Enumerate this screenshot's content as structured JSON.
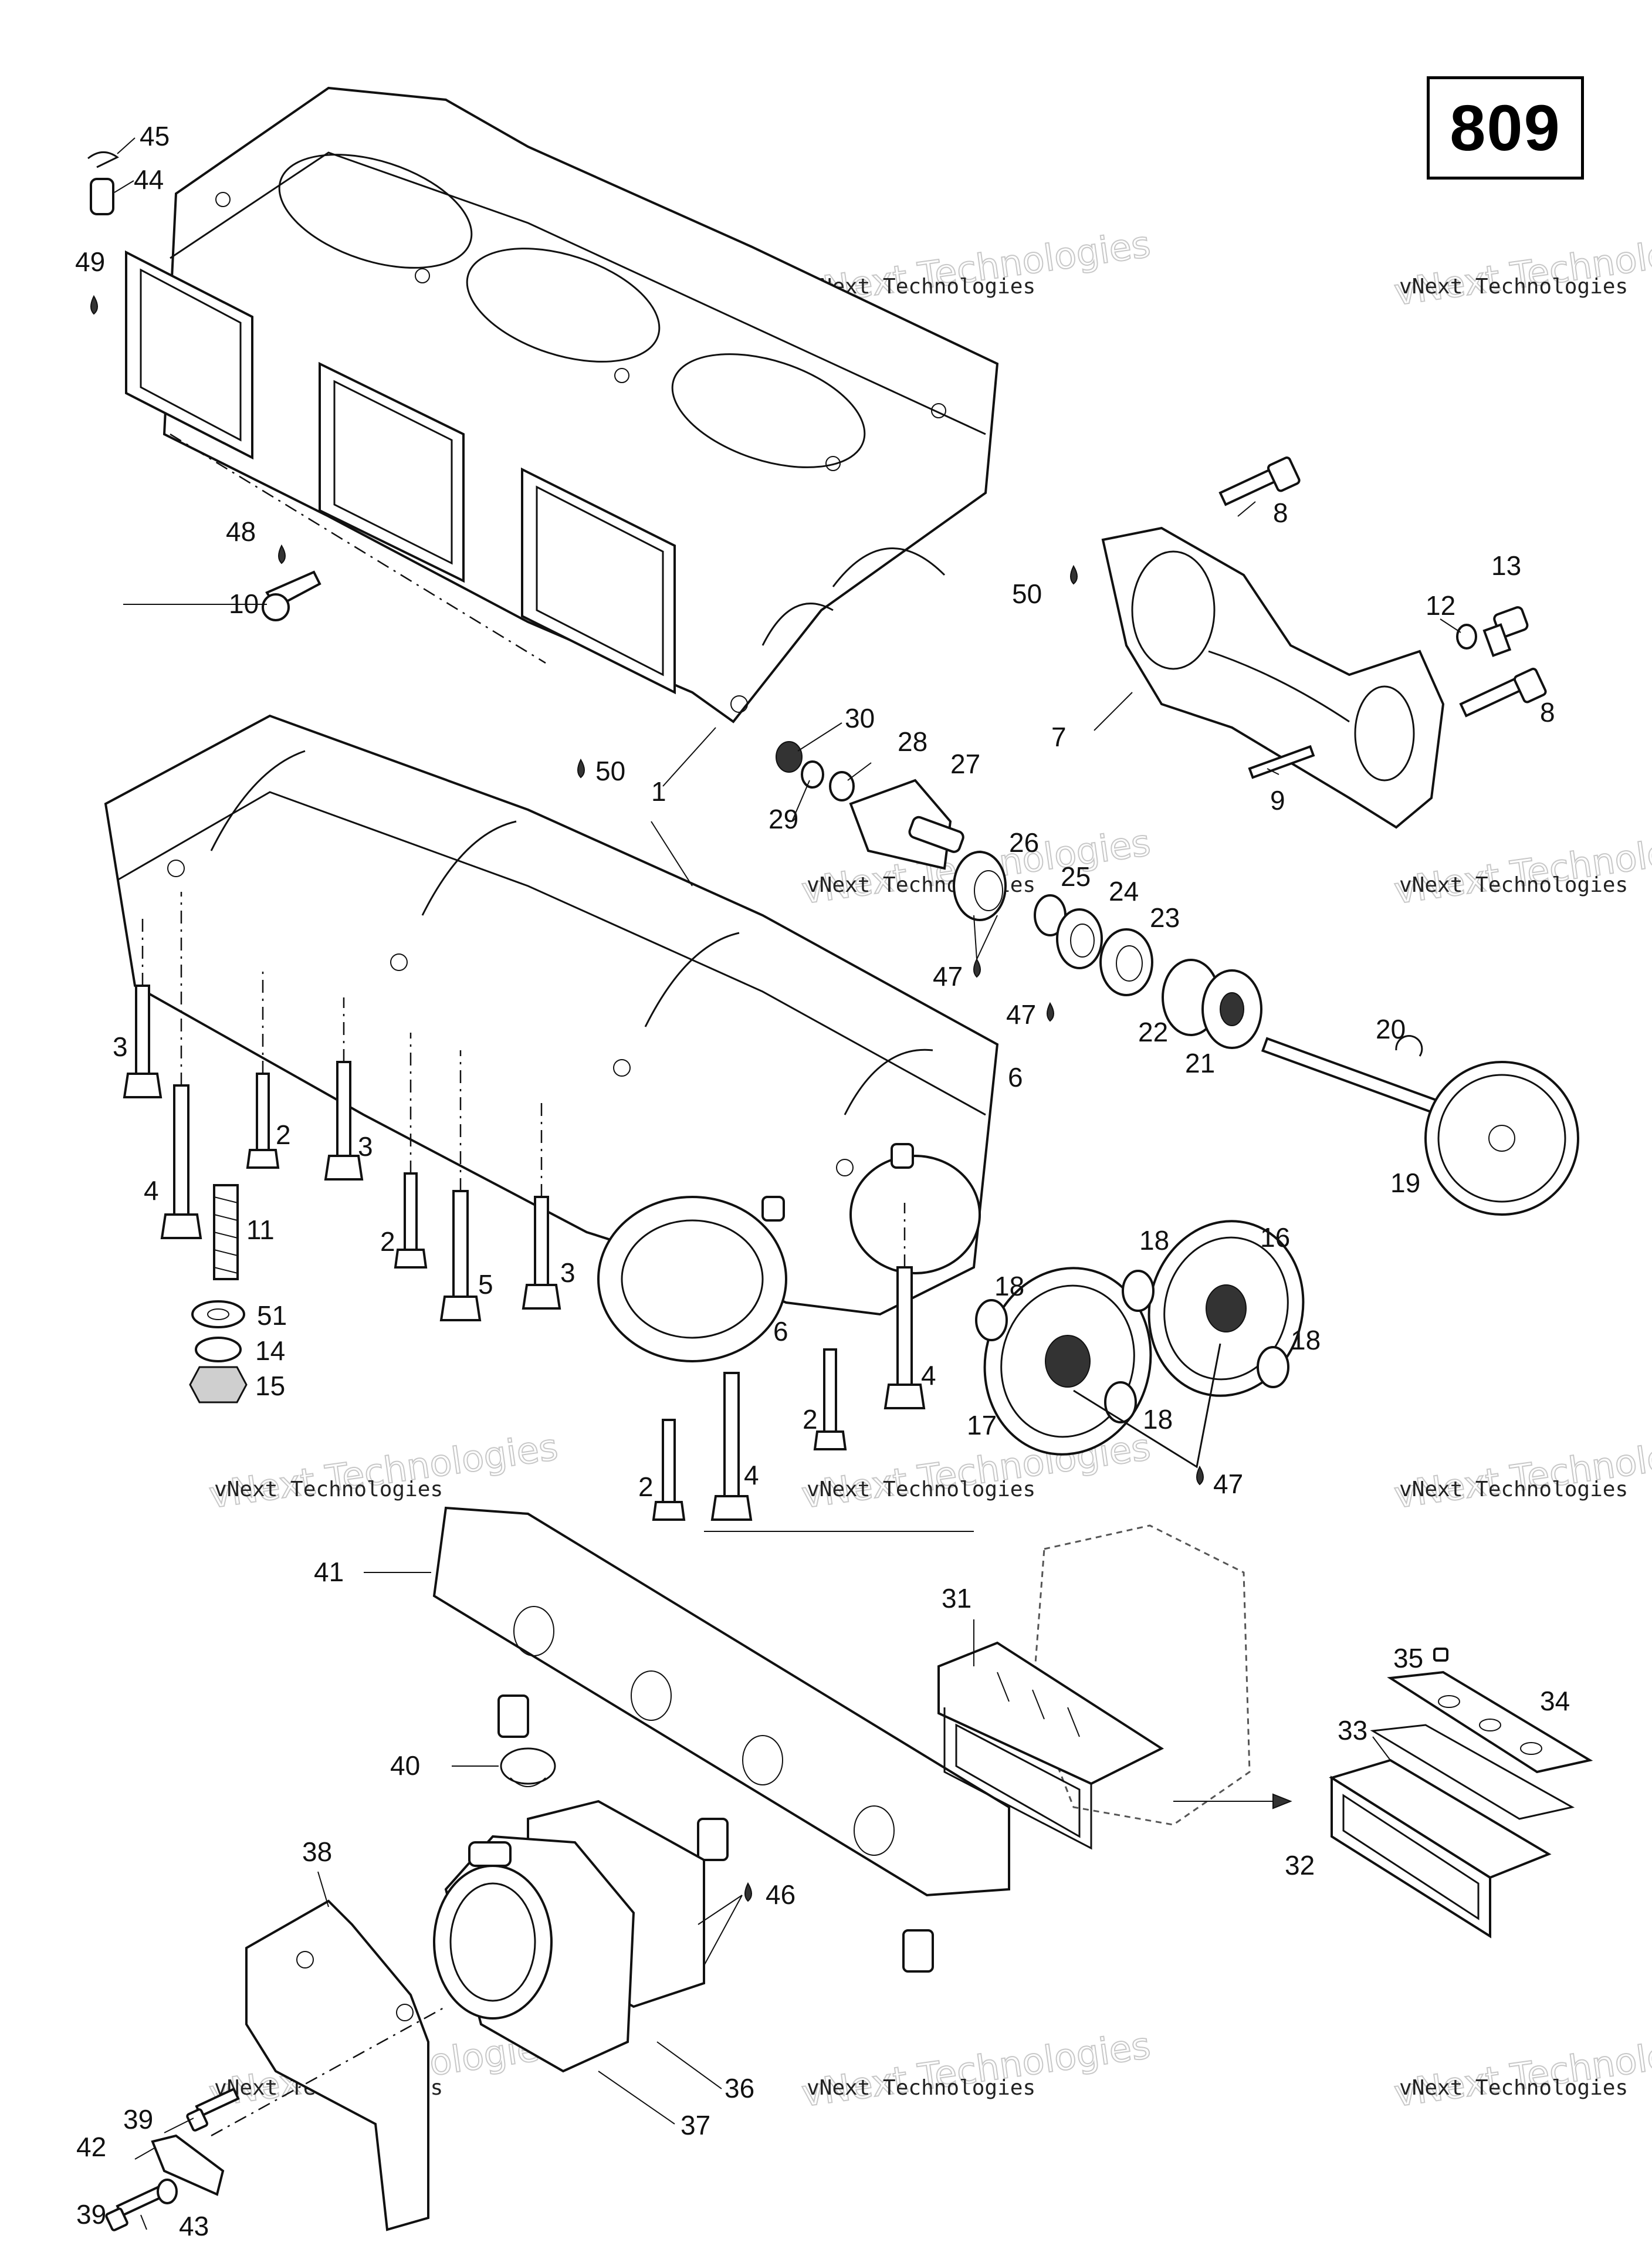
{
  "page_label": "809",
  "watermark": {
    "line1": "vNext Technologies",
    "line2": "vNext Technologies"
  },
  "callouts": [
    {
      "id": "c45",
      "text": "45"
    },
    {
      "id": "c44",
      "text": "44"
    },
    {
      "id": "c49",
      "text": "49"
    },
    {
      "id": "c48",
      "text": "48"
    },
    {
      "id": "c10",
      "text": "10"
    },
    {
      "id": "c8a",
      "text": "8"
    },
    {
      "id": "c50a",
      "text": "50"
    },
    {
      "id": "c13",
      "text": "13"
    },
    {
      "id": "c12",
      "text": "12"
    },
    {
      "id": "c8b",
      "text": "8"
    },
    {
      "id": "c7",
      "text": "7"
    },
    {
      "id": "c9",
      "text": "9"
    },
    {
      "id": "c50b",
      "text": "50"
    },
    {
      "id": "c1",
      "text": "1"
    },
    {
      "id": "c30",
      "text": "30"
    },
    {
      "id": "c28",
      "text": "28"
    },
    {
      "id": "c27",
      "text": "27"
    },
    {
      "id": "c29",
      "text": "29"
    },
    {
      "id": "c26",
      "text": "26"
    },
    {
      "id": "c25",
      "text": "25"
    },
    {
      "id": "c24",
      "text": "24"
    },
    {
      "id": "c23",
      "text": "23"
    },
    {
      "id": "c47a",
      "text": "47"
    },
    {
      "id": "c47b",
      "text": "47"
    },
    {
      "id": "c22",
      "text": "22"
    },
    {
      "id": "c21",
      "text": "21"
    },
    {
      "id": "c20",
      "text": "20"
    },
    {
      "id": "c19",
      "text": "19"
    },
    {
      "id": "c3a",
      "text": "3"
    },
    {
      "id": "c2a",
      "text": "2"
    },
    {
      "id": "c3b",
      "text": "3"
    },
    {
      "id": "c6a",
      "text": "6"
    },
    {
      "id": "c4a",
      "text": "4"
    },
    {
      "id": "c11",
      "text": "11"
    },
    {
      "id": "c2b",
      "text": "2"
    },
    {
      "id": "c5",
      "text": "5"
    },
    {
      "id": "c3c",
      "text": "3"
    },
    {
      "id": "c51",
      "text": "51"
    },
    {
      "id": "c14",
      "text": "14"
    },
    {
      "id": "c15",
      "text": "15"
    },
    {
      "id": "c6b",
      "text": "6"
    },
    {
      "id": "c18a",
      "text": "18"
    },
    {
      "id": "c16",
      "text": "16"
    },
    {
      "id": "c18b",
      "text": "18"
    },
    {
      "id": "c18c",
      "text": "18"
    },
    {
      "id": "c17",
      "text": "17"
    },
    {
      "id": "c18d",
      "text": "18"
    },
    {
      "id": "c47c",
      "text": "47"
    },
    {
      "id": "c4b",
      "text": "4"
    },
    {
      "id": "c2c",
      "text": "2"
    },
    {
      "id": "c2d",
      "text": "2"
    },
    {
      "id": "c4c",
      "text": "4"
    },
    {
      "id": "c41",
      "text": "41"
    },
    {
      "id": "c31",
      "text": "31"
    },
    {
      "id": "c35",
      "text": "35"
    },
    {
      "id": "c34",
      "text": "34"
    },
    {
      "id": "c33",
      "text": "33"
    },
    {
      "id": "c40",
      "text": "40"
    },
    {
      "id": "c32",
      "text": "32"
    },
    {
      "id": "c38",
      "text": "38"
    },
    {
      "id": "c46",
      "text": "46"
    },
    {
      "id": "c39a",
      "text": "39"
    },
    {
      "id": "c36",
      "text": "36"
    },
    {
      "id": "c42",
      "text": "42"
    },
    {
      "id": "c37",
      "text": "37"
    },
    {
      "id": "c39b",
      "text": "39"
    },
    {
      "id": "c43",
      "text": "43"
    }
  ]
}
